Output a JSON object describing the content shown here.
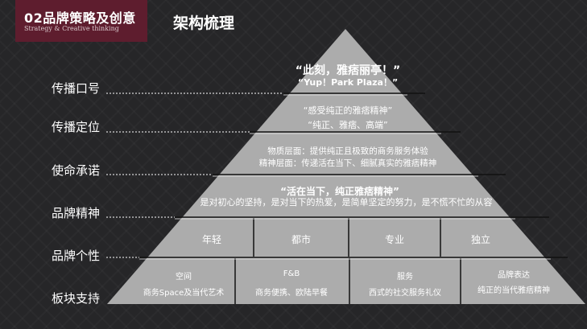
{
  "header": {
    "title": "02品牌策略及创意",
    "subtitle": "Strategy & Creative thinking",
    "accent_color": "#5e1d2e"
  },
  "page_title": "架构梳理",
  "levels": [
    {
      "label": "传播口号",
      "line1": "“此刻，雅痞丽亭！”",
      "line2": "“Yup！Park Plaza！”"
    },
    {
      "label": "传播定位",
      "line1": "“感受纯正的雅痞精神”",
      "line2": "“纯正、雅痞、高端”"
    },
    {
      "label": "使命承诺",
      "line1": "物质层面：提供纯正且极致的商务服务体验",
      "line2": "精神层面：传递活在当下、细腻真实的雅痞精神"
    },
    {
      "label": "品牌精神",
      "line1": "“活在当下，纯正雅痞精神”",
      "line2": "是对初心的坚持，是对当下的热爱，是简单坚定的努力，是不慌不忙的从容"
    },
    {
      "label": "品牌个性",
      "cells": [
        "年轻",
        "都市",
        "专业",
        "独立"
      ]
    },
    {
      "label": "板块支持",
      "cells": [
        {
          "title": "空间",
          "desc": "商务Space及当代艺术"
        },
        {
          "title": "F&B",
          "desc": "商务便携、欧陆早餐"
        },
        {
          "title": "服务",
          "desc": "西式的社交服务礼仪"
        },
        {
          "title": "品牌表达",
          "desc": "纯正的当代雅痞精神"
        }
      ]
    }
  ],
  "colors": {
    "pyramid_fill": "#acacac",
    "background": "#262628",
    "text": "#ffffff"
  }
}
